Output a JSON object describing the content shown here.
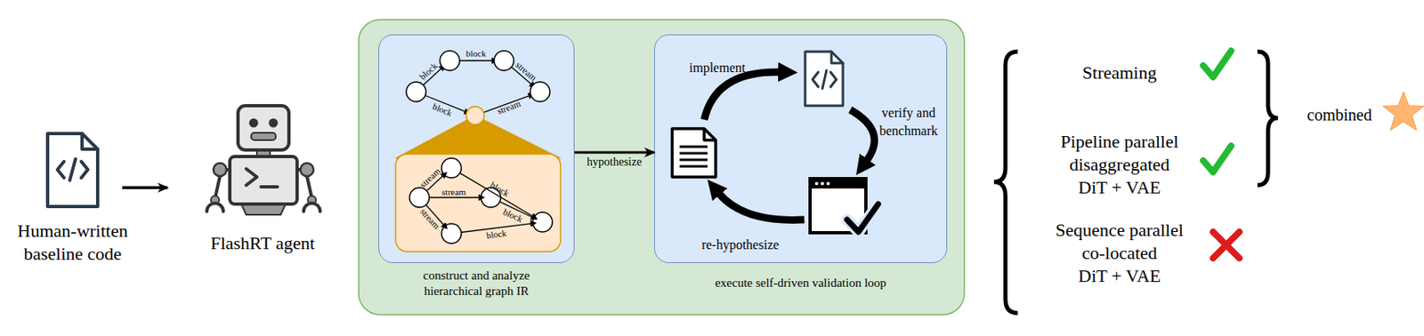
{
  "diagram": {
    "nodes": [
      {
        "text": [
          "Human-written baseline code"
        ]
      },
      {
        "text": [
          "FlashRT agent"
        ]
      },
      {
        "text": [
          "construct and analyze hierarchical graph IR"
        ]
      },
      {
        "text": [
          "execute self-driven validation loop"
        ]
      }
    ],
    "edges": [
      {
        "from": 0,
        "to": 1,
        "arrow": "to"
      },
      {
        "from": 2,
        "to": 3,
        "arrow": "to",
        "label": "hypothesize"
      }
    ],
    "labels": [
      "block",
      "block",
      "stream",
      "block",
      "stream",
      "stream",
      "block",
      "stream",
      "block",
      "stream",
      "block",
      "implement",
      "verify and benchmark",
      "re-hypothesize",
      "Streaming",
      "Pipeline parallel disaggregated DiT + VAE",
      "Sequence parallel co-located DiT + VAE",
      "combined"
    ]
  }
}
